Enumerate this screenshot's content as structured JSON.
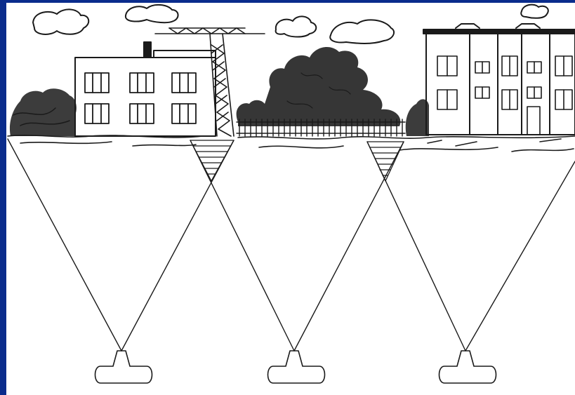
{
  "frame_color": "#0a2c8c",
  "panel_color": "#ffffff",
  "ink_color": "#1a1a1a",
  "scene": {
    "left_building": {
      "kind": "industrial building",
      "window_rows": 2,
      "windows_per_row": 3
    },
    "tower_crane": {
      "kind": "lattice crane"
    },
    "trees_center": {
      "kind": "dense trees with smoke cloud"
    },
    "fence": {
      "kind": "picket fence"
    },
    "right_building": {
      "kind": "multi-storey building",
      "window_rows": 2,
      "columns": 7
    },
    "clouds": 5
  },
  "sensors": [
    {
      "name": "left"
    },
    {
      "name": "middle"
    },
    {
      "name": "right"
    }
  ]
}
